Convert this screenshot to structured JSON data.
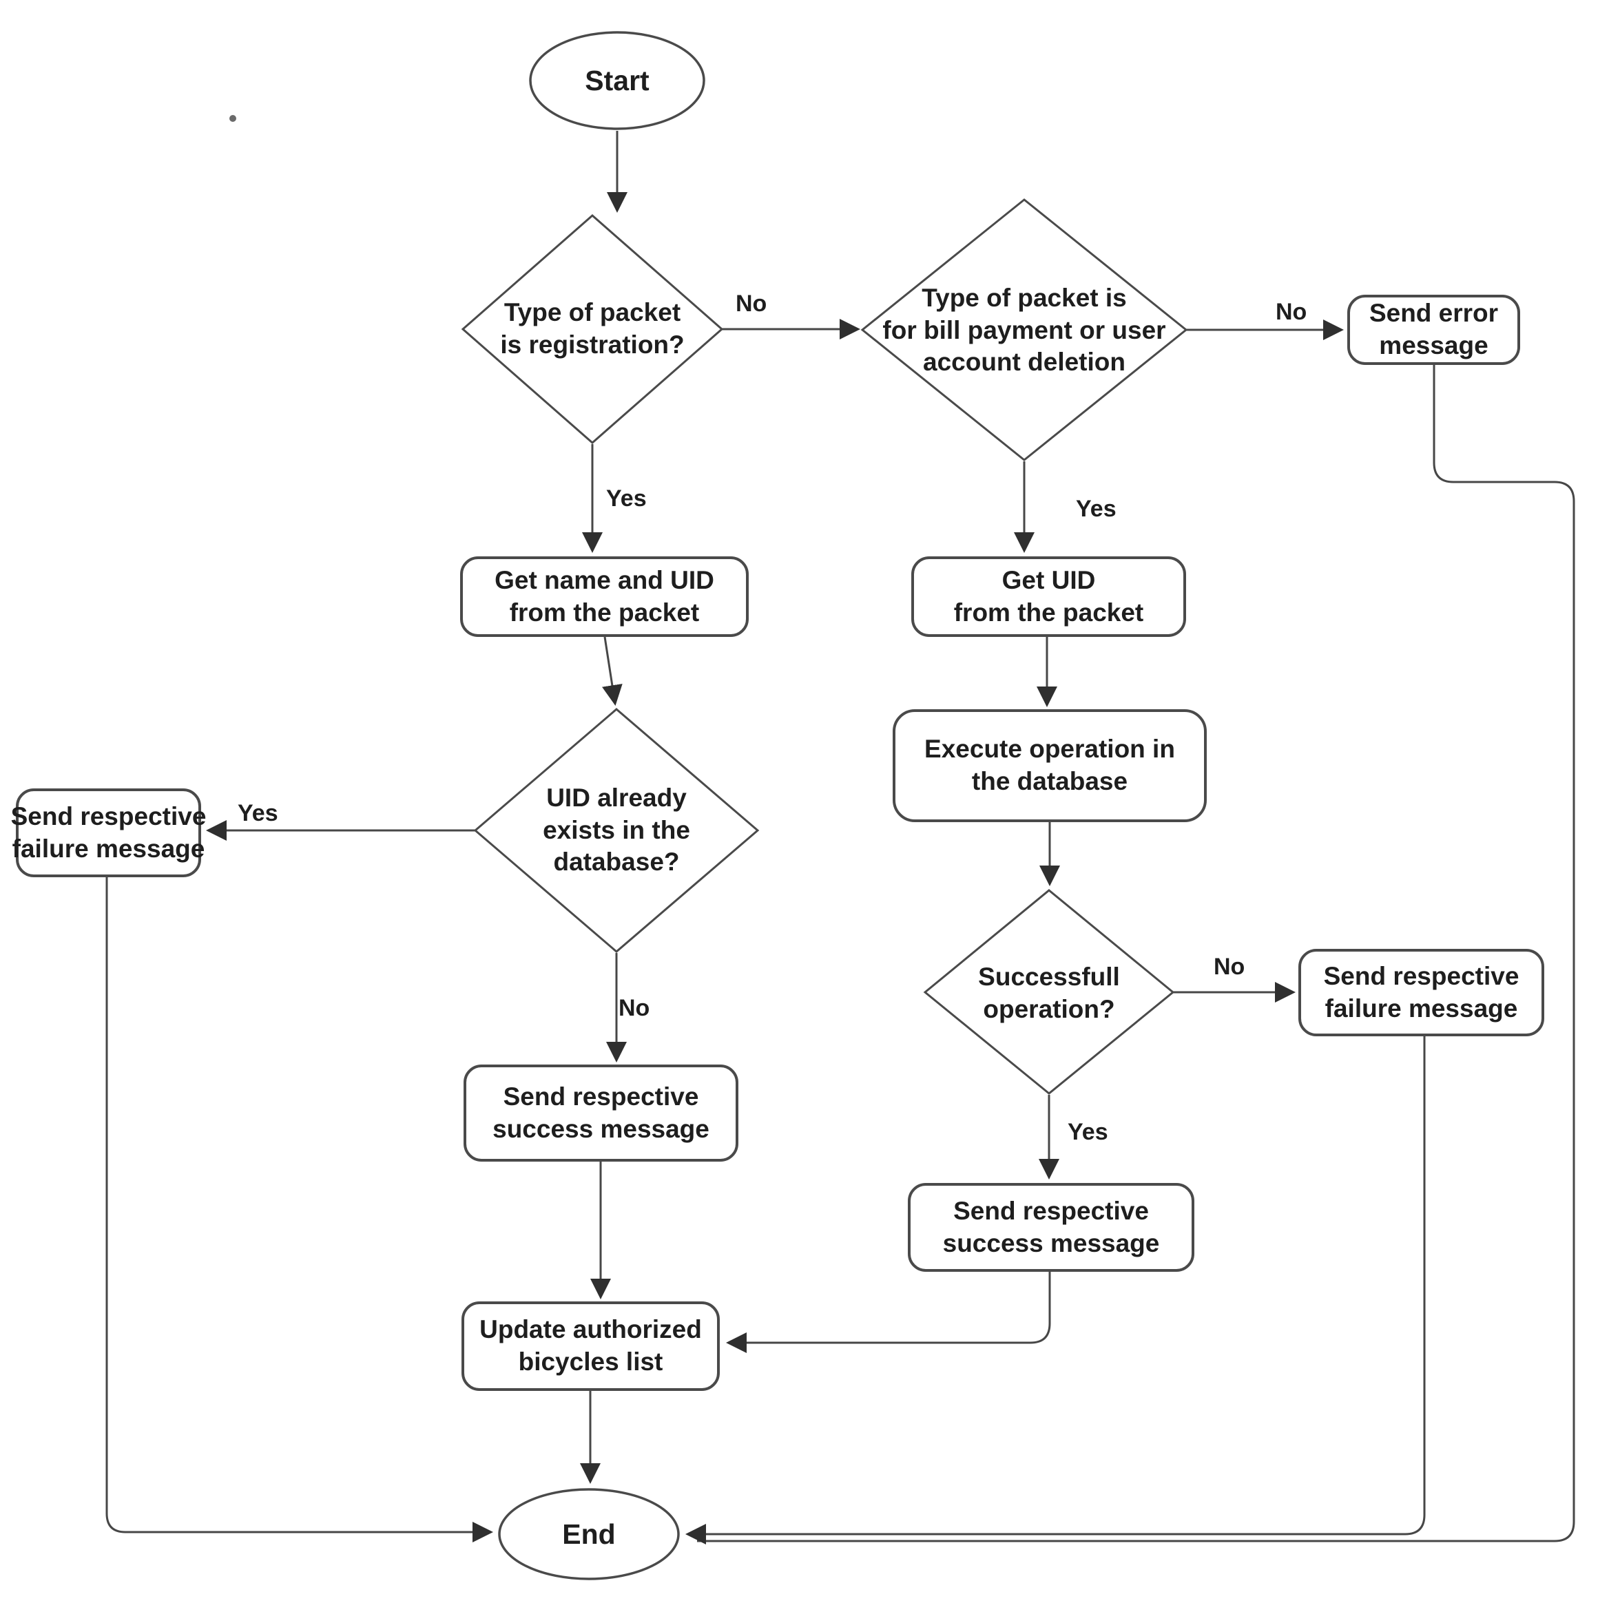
{
  "flowchart": {
    "nodes": {
      "start": {
        "label": "Start"
      },
      "decision_packet_registration": {
        "line1": "Type of packet",
        "line2": "is registration?"
      },
      "decision_packet_bill_or_deletion": {
        "line1": "Type of packet is",
        "line2": "for bill payment or user",
        "line3": "account deletion"
      },
      "send_error_message": {
        "line1": "Send error",
        "line2": "message"
      },
      "get_name_and_uid": {
        "line1": "Get name and UID",
        "line2": "from the packet"
      },
      "get_uid": {
        "line1": "Get UID",
        "line2": "from the packet"
      },
      "execute_operation": {
        "line1": "Execute operation in",
        "line2": "the database"
      },
      "decision_uid_exists": {
        "line1": "UID already",
        "line2": "exists in the",
        "line3": "database?"
      },
      "send_failure_left": {
        "line1": "Send respective",
        "line2": "failure message"
      },
      "decision_successful_operation": {
        "line1": "Successfull",
        "line2": "operation?"
      },
      "send_failure_right": {
        "line1": "Send respective",
        "line2": "failure message"
      },
      "send_success_left": {
        "line1": "Send respective",
        "line2": "success message"
      },
      "send_success_right": {
        "line1": "Send respective",
        "line2": "success message"
      },
      "update_authorized_bicycles": {
        "line1": "Update authorized",
        "line2": "bicycles list"
      },
      "end": {
        "label": "End"
      }
    },
    "edge_labels": {
      "registration_no": "No",
      "registration_yes": "Yes",
      "bill_or_deletion_no": "No",
      "bill_or_deletion_yes": "Yes",
      "uid_exists_yes": "Yes",
      "uid_exists_no": "No",
      "successful_no": "No",
      "successful_yes": "Yes"
    },
    "colors": {
      "shape_stroke": "#4a4a4a",
      "connector_stroke": "#474747",
      "text": "#1e1e1e",
      "background": "#ffffff"
    }
  }
}
